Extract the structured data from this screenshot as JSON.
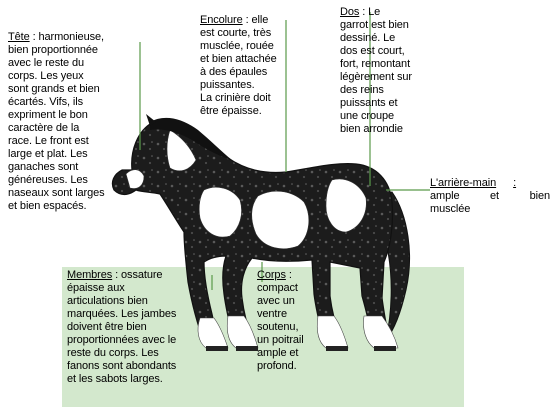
{
  "colors": {
    "panel": "#d3e8cd",
    "connector": "#5a9a4a",
    "coat_dark": "#1c1c1c",
    "coat_light": "#ffffff"
  },
  "labels": {
    "tete": {
      "title": "Tête",
      "body": ": harmonieuse,\nbien proportionnée\navec le reste du\ncorps. Les yeux\nsont grands et bien\nécartés. Vifs, ils\nexpriment le bon\ncaractère de la\nrace. Le front est\nlarge et plat. Les\nganaches sont\ngénéreuses. Les\nnaseaux sont larges\net bien espacés."
    },
    "encolure": {
      "title": "Encolure",
      "body": ": elle\nest courte, très\nmusclée, rouée\net bien attachée\nà des épaules\npuissantes.\nLa crinière doit\nêtre épaisse."
    },
    "dos": {
      "title": "Dos",
      "body": ": Le\ngarrot est bien\ndessiné. Le\ndos est court,\nfort, remontant\nlégèrement sur\ndes reins\npuissants et\nune croupe\nbien arrondie"
    },
    "arriere_main": {
      "title": "L'arrière-main",
      "suffix": ":",
      "body": "ample et bien\nmusclée"
    },
    "membres": {
      "title": "Membres",
      "body": ": ossature\népaisse aux\narticulations bien\nmarquées. Les jambes\ndoivent être bien\nproportionnées avec le\nreste du corps. Les\nfanons sont abondants\net les sabots larges."
    },
    "corps": {
      "title": "Corps",
      "body": ":\ncompact\navec un\nventre\nsoutenu,\nun poitrail\nample et\nprofond."
    }
  }
}
